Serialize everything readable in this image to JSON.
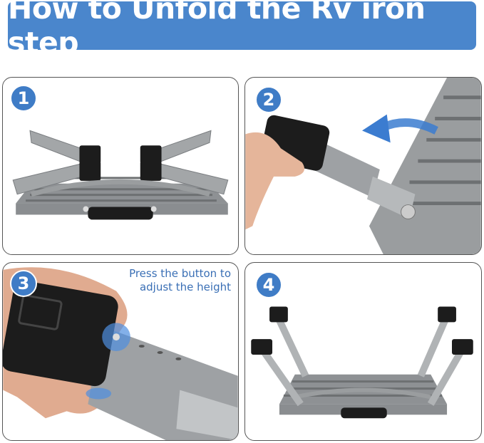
{
  "header": {
    "title": "How to Unfold the Rv iron step",
    "banner_color": "#4a86cc"
  },
  "steps": [
    {
      "number": "1",
      "description": "Folded RV iron step with legs collapsed"
    },
    {
      "number": "2",
      "description": "Pull leg outward to unfold",
      "icon": "curved-arrow-left-icon"
    },
    {
      "number": "3",
      "caption_line1": "Press the button to",
      "caption_line2": "adjust the height"
    },
    {
      "number": "4",
      "description": "Fully unfolded step with four legs extended"
    }
  ],
  "colors": {
    "badge": "#3f7cc6",
    "caption": "#3a6fb5",
    "metal": "#9a9d9f",
    "rubber": "#1c1c1c"
  }
}
